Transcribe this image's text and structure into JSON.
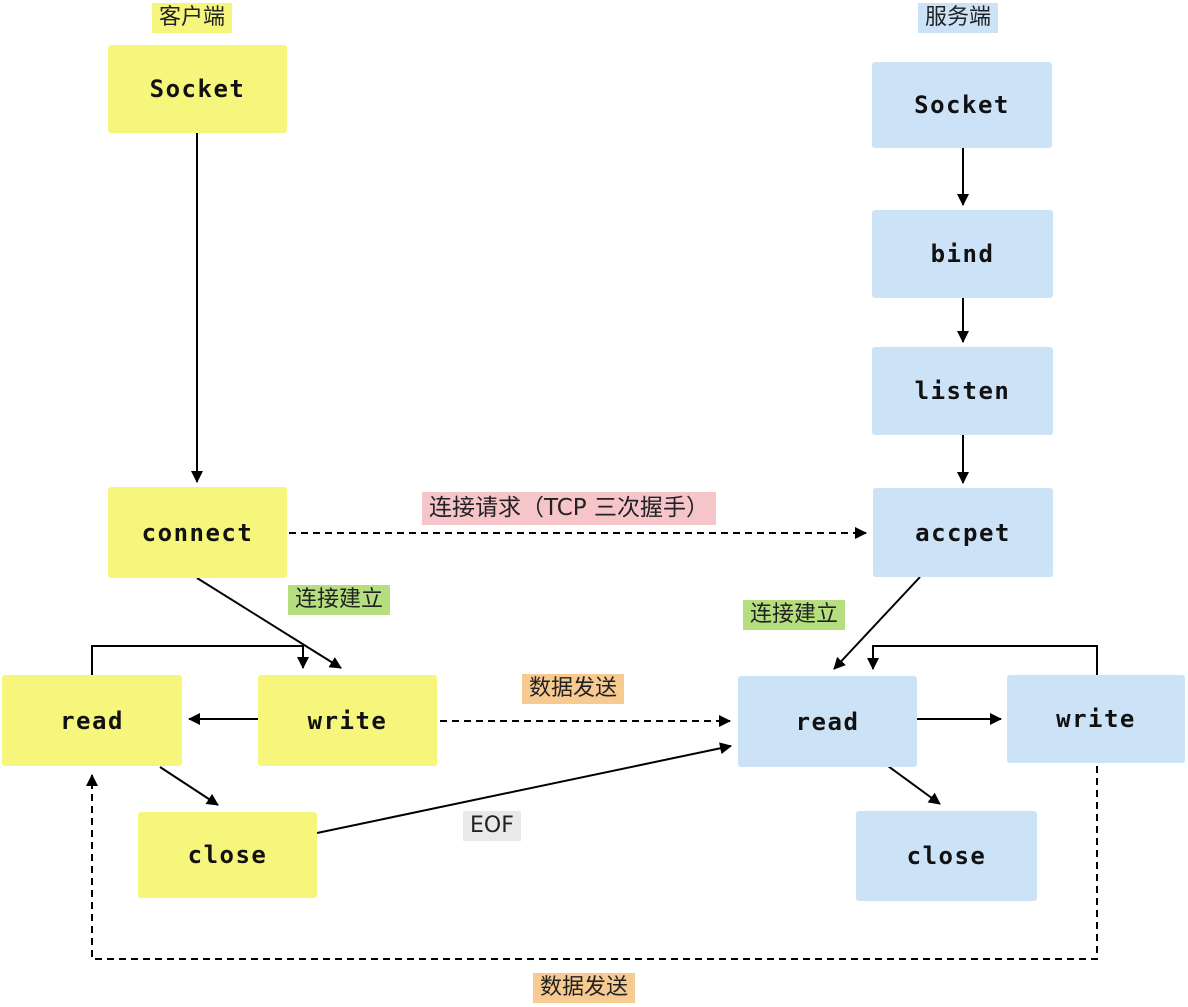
{
  "diagram": {
    "client": {
      "header": "客户端",
      "boxes": {
        "socket": "Socket",
        "connect": "connect",
        "read": "read",
        "write": "write",
        "close": "close"
      }
    },
    "server": {
      "header": "服务端",
      "boxes": {
        "socket": "Socket",
        "bind": "bind",
        "listen": "listen",
        "accept": "accpet",
        "read": "read",
        "write": "write",
        "close": "close"
      }
    },
    "labels": {
      "connection_request": "连接请求（TCP 三次握手）",
      "connection_established_left": "连接建立",
      "connection_established_right": "连接建立",
      "data_send_middle": "数据发送",
      "eof": "EOF",
      "data_send_bottom": "数据发送"
    },
    "colors": {
      "client_box": "#F6F67D",
      "server_box": "#CBE2F7",
      "label_pink": "#F6C5C9",
      "label_green": "#B5DF7E",
      "label_orange": "#F7CA92",
      "label_gray": "#E9E9E9",
      "arrow": "#000000"
    }
  }
}
